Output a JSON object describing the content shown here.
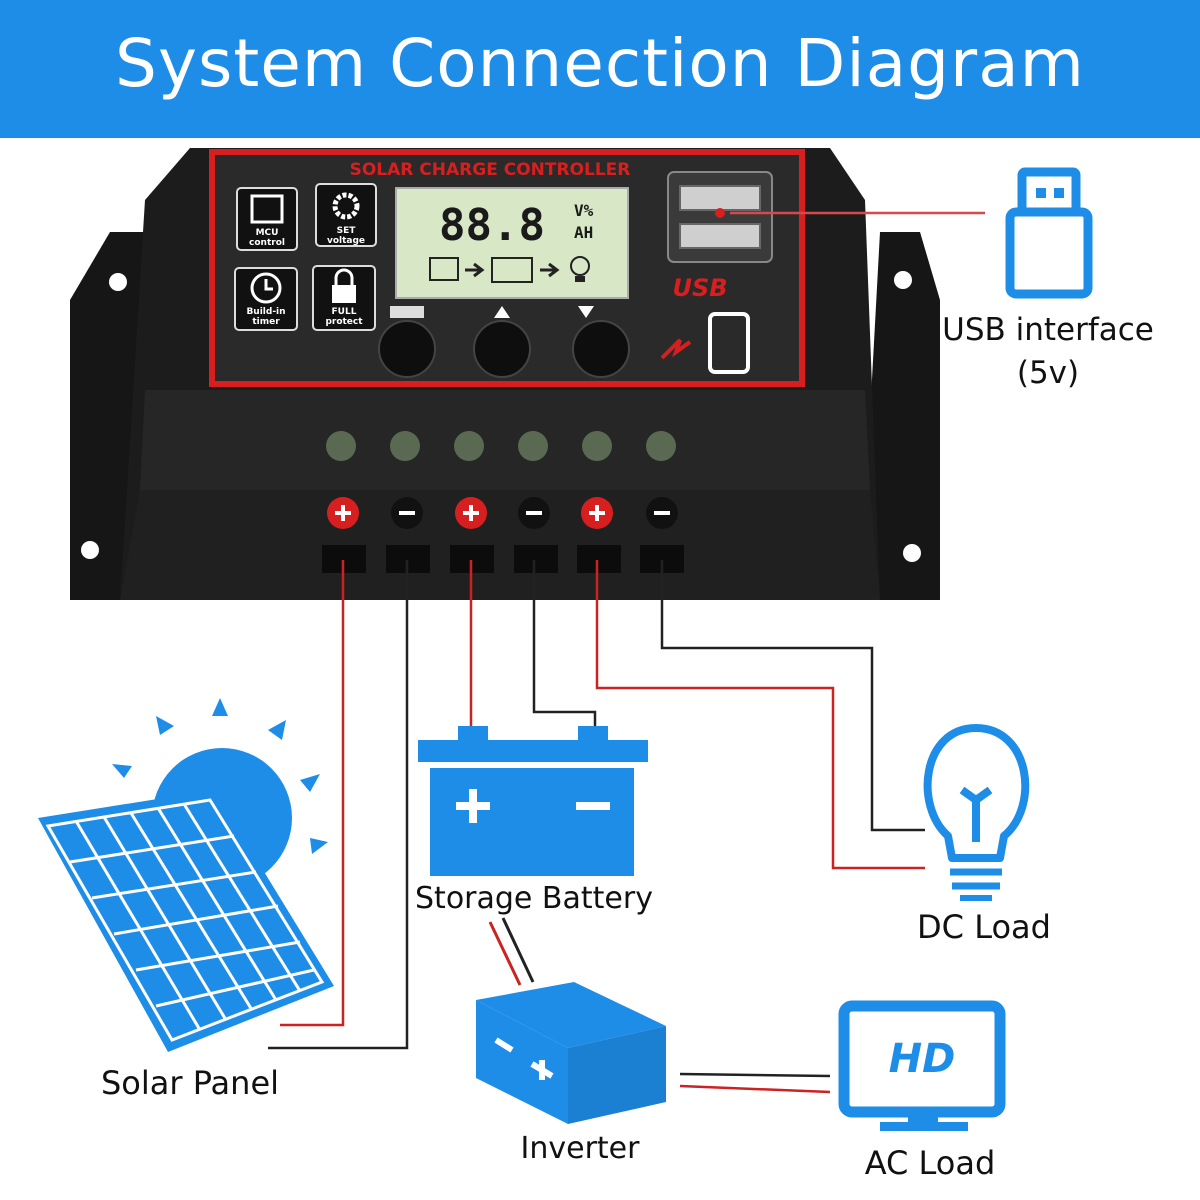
{
  "header": {
    "title": "System Connection Diagram"
  },
  "controller": {
    "panel_title": "SOLAR CHARGE CONTROLLER",
    "feature_buttons": [
      {
        "line1": "MCU",
        "line2": "control"
      },
      {
        "line1": "SET",
        "line2": "voltage"
      },
      {
        "line1": "Build-in",
        "line2": "timer"
      },
      {
        "line1": "FULL",
        "line2": "protect"
      }
    ],
    "lcd": {
      "digits": "88.8",
      "unit_top": "V%",
      "unit_bottom": "AH"
    },
    "usb_label": "USB"
  },
  "labels": {
    "usb_interface_line1": "USB interface",
    "usb_interface_line2": "(5v)",
    "solar_panel": "Solar Panel",
    "storage_battery": "Storage Battery",
    "inverter": "Inverter",
    "dc_load": "DC Load",
    "ac_load": "AC Load",
    "monitor_text": "HD"
  },
  "colors": {
    "accent_blue": "#1e8de8",
    "wire_red": "#cc2222",
    "wire_black": "#222222",
    "controller_body": "#1c1c1c",
    "panel_red": "#d81f1f"
  }
}
